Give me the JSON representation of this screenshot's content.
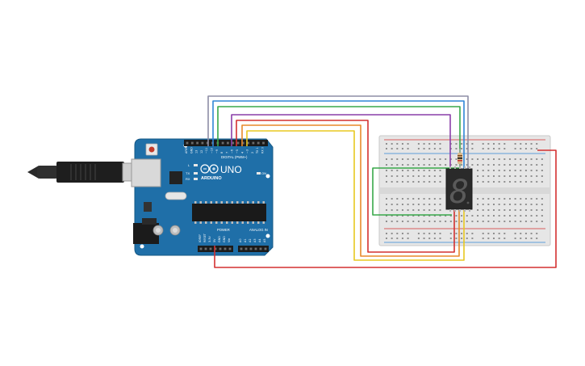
{
  "board": {
    "brand": "ARDUINO",
    "model": "UNO",
    "digital_label": "DIGITAL (PWM~)",
    "power_label": "POWER",
    "analog_label": "ANALOG IN",
    "on_label": "ON",
    "led_l": "L",
    "led_tx": "TX",
    "led_rx": "RX",
    "top_pins": [
      "AREF",
      "GND",
      "13",
      "12",
      "~11",
      "~10",
      "~9",
      "8",
      "7",
      "~6",
      "~5",
      "4",
      "~3",
      "2",
      "TX 1",
      "RX 0"
    ],
    "power_pins": [
      "IOREF",
      "RESET",
      "3.3V",
      "5V",
      "GND",
      "GND",
      "Vin"
    ],
    "analog_pins": [
      "A0",
      "A1",
      "A2",
      "A3",
      "A4",
      "A5"
    ]
  },
  "display": {
    "digit": "8"
  },
  "colors": {
    "board": "#1f6fa8",
    "breadboard": "#e6e6e6",
    "wire_gray": "#8e8ea6",
    "wire_blue": "#2f86d6",
    "wire_green": "#38a84a",
    "wire_purple": "#8a3fa8",
    "wire_red": "#d33030",
    "wire_orange": "#e8892a",
    "wire_yellow": "#e8c820"
  }
}
